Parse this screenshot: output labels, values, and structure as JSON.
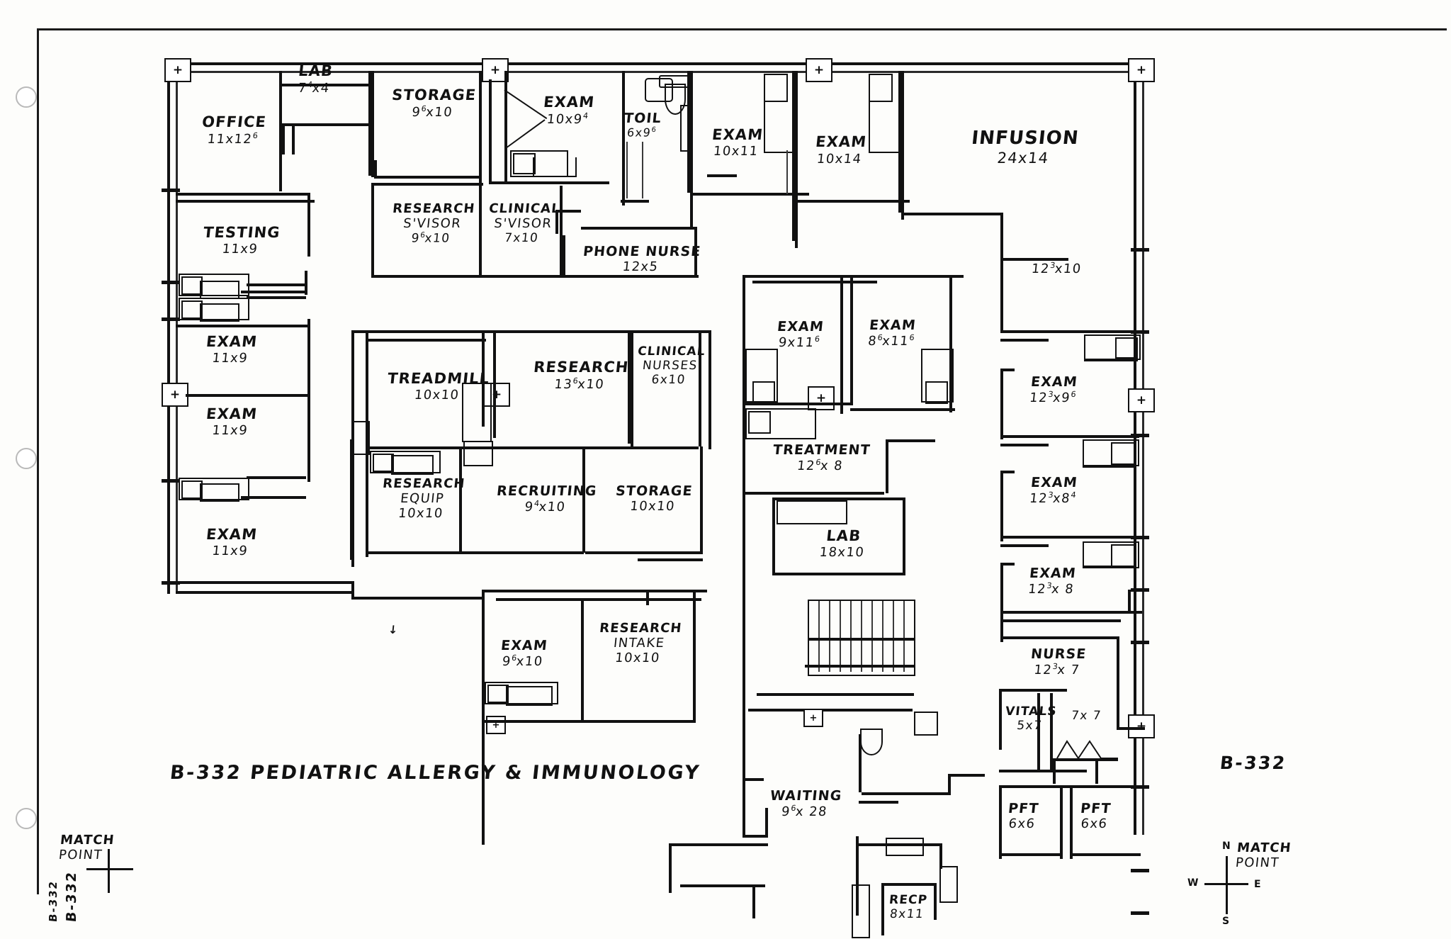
{
  "sheet": {
    "title": "B-332  PEDIATRIC ALLERGY & IMMUNOLOGY",
    "sheet_number_right": "B-332",
    "sheet_number_margin": "B-332",
    "sheet_number_margin2": "B-332",
    "match_point_left": {
      "line1": "MATCH",
      "line2": "POINT"
    },
    "match_point_right": {
      "line1": "MATCH",
      "line2": "POINT"
    },
    "compass": {
      "n": "N",
      "s": "S",
      "e": "E",
      "w": "W"
    }
  },
  "rooms": [
    {
      "id": "office",
      "name": "OFFICE",
      "dims": "11x12<sup>6</sup>"
    },
    {
      "id": "lab-top",
      "name": "LAB",
      "dims": "7<sup>4</sup>x4"
    },
    {
      "id": "storage-top",
      "name": "STORAGE",
      "dims": "9<sup>6</sup>x10"
    },
    {
      "id": "exam-10x94",
      "name": "EXAM",
      "dims": "10x9<sup>4</sup>"
    },
    {
      "id": "toilet",
      "name": "TOIL",
      "dims": "6x9<sup>6</sup>"
    },
    {
      "id": "exam-10x11",
      "name": "EXAM",
      "dims": "10x11"
    },
    {
      "id": "exam-10x14",
      "name": "EXAM",
      "dims": "10x1<sup></sup>4"
    },
    {
      "id": "infusion",
      "name": "INFUSION",
      "dims": "24x14"
    },
    {
      "id": "testing",
      "name": "TESTING",
      "dims": "11x9"
    },
    {
      "id": "research-svisor",
      "name": "RESEARCH S'VISOR",
      "dims": "9<sup>6</sup>x10"
    },
    {
      "id": "clinical-svisor",
      "name": "CLINICAL S'VISOR",
      "dims": "7x10"
    },
    {
      "id": "phone-nurse",
      "name": "PHONE NURSE",
      "dims": "12x5"
    },
    {
      "id": "exam-11x9-a",
      "name": "EXAM",
      "dims": "11x9"
    },
    {
      "id": "exam-11x9-b",
      "name": "EXAM",
      "dims": "11x9"
    },
    {
      "id": "exam-11x9-c",
      "name": "EXAM",
      "dims": "11x9"
    },
    {
      "id": "treadmill",
      "name": "TREADMILL",
      "dims": "10x10"
    },
    {
      "id": "research-136",
      "name": "RESEARCH",
      "dims": "13<sup>6</sup>x10"
    },
    {
      "id": "clinical-nurses",
      "name": "CLINICAL NURSES",
      "dims": "6x10"
    },
    {
      "id": "research-equip",
      "name": "RESEARCH EQUIP",
      "dims": "10x10"
    },
    {
      "id": "recruiting",
      "name": "RECRUITING",
      "dims": "9<sup>4</sup>x10"
    },
    {
      "id": "storage-mid",
      "name": "STORAGE",
      "dims": "10x10"
    },
    {
      "id": "exam-9x116",
      "name": "EXAM",
      "dims": "9x11<sup>6</sup>"
    },
    {
      "id": "exam-86x116",
      "name": "EXAM",
      "dims": "8<sup>6</sup>x11<sup>6</sup>"
    },
    {
      "id": "treatment",
      "name": "TREATMENT",
      "dims": "12<sup>6</sup>x 8"
    },
    {
      "id": "lab-mid",
      "name": "LAB",
      "dims": "18x10"
    },
    {
      "id": "room-123x10",
      "name": "",
      "dims": "12<sup>3</sup>x10"
    },
    {
      "id": "exam-123x96",
      "name": "EXAM",
      "dims": "12<sup>3</sup>x9<sup>6</sup>"
    },
    {
      "id": "exam-123x84",
      "name": "EXAM",
      "dims": "12<sup>3</sup>x8<sup>4</sup>"
    },
    {
      "id": "exam-123x8",
      "name": "EXAM",
      "dims": "12<sup>3</sup>x 8"
    },
    {
      "id": "nurse",
      "name": "NURSE",
      "dims": "12<sup>3</sup>x 7"
    },
    {
      "id": "vitals",
      "name": "VITALS",
      "dims": "5x7"
    },
    {
      "id": "room-7x7",
      "name": "",
      "dims": "7x 7"
    },
    {
      "id": "exam-96x10",
      "name": "EXAM",
      "dims": "9<sup>6</sup>x10"
    },
    {
      "id": "research-intake",
      "name": "RESEARCH INTAKE",
      "dims": "10x10"
    },
    {
      "id": "waiting",
      "name": "WAITING",
      "dims": "9<sup>6</sup>x 28"
    },
    {
      "id": "pft-left",
      "name": "PFT",
      "dims": "6x6"
    },
    {
      "id": "pft-right",
      "name": "PFT",
      "dims": "6x6"
    },
    {
      "id": "recp",
      "name": "RECP",
      "dims": "8x11"
    }
  ]
}
